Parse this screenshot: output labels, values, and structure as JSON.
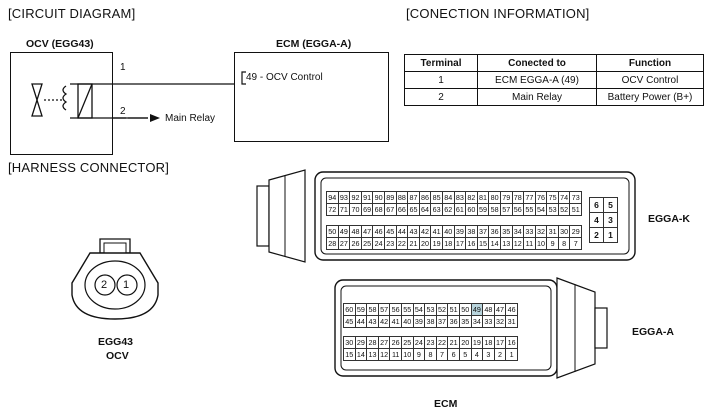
{
  "circuit": {
    "title": "[CIRCUIT DIAGRAM]",
    "ocv_label": "OCV (EGG43)",
    "ecm_label": "ECM (EGGA-A)",
    "pin1": "1",
    "pin2": "2",
    "ecm_pin": "49 - OCV Control",
    "main_relay": "Main Relay"
  },
  "connection": {
    "title": "[CONECTION INFORMATION]",
    "headers": [
      "Terminal",
      "Conected to",
      "Function"
    ],
    "rows": [
      [
        "1",
        "ECM EGGA-A (49)",
        "OCV Control"
      ],
      [
        "2",
        "Main Relay",
        "Battery Power (B+)"
      ]
    ]
  },
  "harness": {
    "title": "[HARNESS CONNECTOR]",
    "egg43_pins": [
      "2",
      "1"
    ],
    "egg43_label1": "EGG43",
    "egg43_label2": "OCV",
    "eggak_label": "EGGA-K",
    "eggaa_label": "EGGA-A",
    "ecm_label": "ECM",
    "eggak_rows": [
      [
        "94",
        "93",
        "92",
        "91",
        "90",
        "89",
        "88",
        "87",
        "86",
        "85",
        "84",
        "83",
        "82",
        "81",
        "80",
        "79",
        "78",
        "77",
        "76",
        "75",
        "74",
        "73"
      ],
      [
        "72",
        "71",
        "70",
        "69",
        "68",
        "67",
        "66",
        "65",
        "64",
        "63",
        "62",
        "61",
        "60",
        "59",
        "58",
        "57",
        "56",
        "55",
        "54",
        "53",
        "52",
        "51"
      ],
      [
        "50",
        "49",
        "48",
        "47",
        "46",
        "45",
        "44",
        "43",
        "42",
        "41",
        "40",
        "39",
        "38",
        "37",
        "36",
        "35",
        "34",
        "33",
        "32",
        "31",
        "30",
        "29"
      ],
      [
        "28",
        "27",
        "26",
        "25",
        "24",
        "23",
        "22",
        "21",
        "20",
        "19",
        "18",
        "17",
        "16",
        "15",
        "14",
        "13",
        "12",
        "11",
        "10",
        "9",
        "8",
        "7"
      ]
    ],
    "eggak_side": [
      [
        "6",
        "5"
      ],
      [
        "4",
        "3"
      ],
      [
        "2",
        "1"
      ]
    ],
    "eggaa_rows": [
      [
        "60",
        "59",
        "58",
        "57",
        "56",
        "55",
        "54",
        "53",
        "52",
        "51",
        "50",
        "49",
        "48",
        "47",
        "46"
      ],
      [
        "45",
        "44",
        "43",
        "42",
        "41",
        "40",
        "39",
        "38",
        "37",
        "36",
        "35",
        "34",
        "33",
        "32",
        "31"
      ],
      [
        "30",
        "29",
        "28",
        "27",
        "26",
        "25",
        "24",
        "23",
        "22",
        "21",
        "20",
        "19",
        "18",
        "17",
        "16"
      ],
      [
        "15",
        "14",
        "13",
        "12",
        "11",
        "10",
        "9",
        "8",
        "7",
        "6",
        "5",
        "4",
        "3",
        "2",
        "1"
      ]
    ],
    "highlight_pin": "49"
  }
}
